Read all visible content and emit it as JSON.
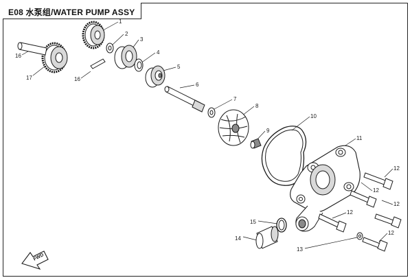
{
  "title": "E08 水泵组/WATER PUMP ASSY",
  "fwd_label": "FWD",
  "callouts": {
    "c1": "1",
    "c2": "2",
    "c3": "3",
    "c4": "4",
    "c5": "5",
    "c6": "6",
    "c7": "7",
    "c8": "8",
    "c9": "9",
    "c10": "10",
    "c11": "11",
    "c12a": "12",
    "c12b": "12",
    "c12c": "12",
    "c12d": "12",
    "c12e": "12",
    "c13": "13",
    "c14": "14",
    "c15": "15",
    "c16a": "16",
    "c16b": "16",
    "c17": "17"
  },
  "colors": {
    "line": "#1a1a1a",
    "fill": "#ffffff",
    "shade": "#d9d9d9",
    "dark": "#8a8a8a"
  }
}
